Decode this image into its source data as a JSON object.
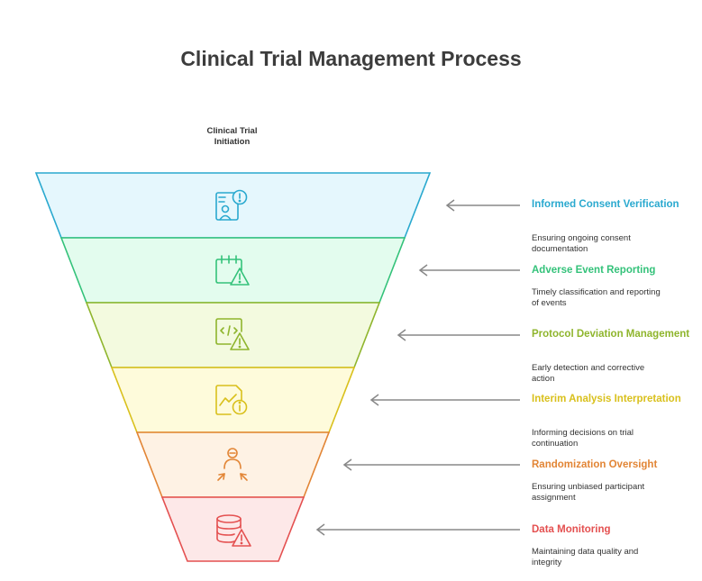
{
  "title": "Clinical Trial Management Process",
  "top_label": "Clinical Trial Initiation",
  "steps": [
    {
      "title": "Informed Consent Verification",
      "desc": "Ensuring ongoing consent documentation",
      "color": "#2aa9cf",
      "fill": "#e5f7fd",
      "icon": "user-alert-icon"
    },
    {
      "title": "Adverse Event Reporting",
      "desc": "Timely classification and reporting of events",
      "color": "#34c27a",
      "fill": "#e3fcee",
      "icon": "calendar-warning-icon"
    },
    {
      "title": "Protocol Deviation Management",
      "desc": "Early detection and corrective action",
      "color": "#8fb52d",
      "fill": "#f3fadf",
      "icon": "code-warning-icon"
    },
    {
      "title": "Interim Analysis Interpretation",
      "desc": "Informing decisions on trial continuation",
      "color": "#d9c01c",
      "fill": "#fefbdb",
      "icon": "chart-info-icon"
    },
    {
      "title": "Randomization Oversight",
      "desc": "Ensuring unbiased participant assignment",
      "color": "#e28535",
      "fill": "#fef2e4",
      "icon": "person-arrows-icon"
    },
    {
      "title": "Data Monitoring",
      "desc": "Maintaining data quality and integrity",
      "color": "#e45050",
      "fill": "#fde8e8",
      "icon": "database-warning-icon"
    }
  ]
}
